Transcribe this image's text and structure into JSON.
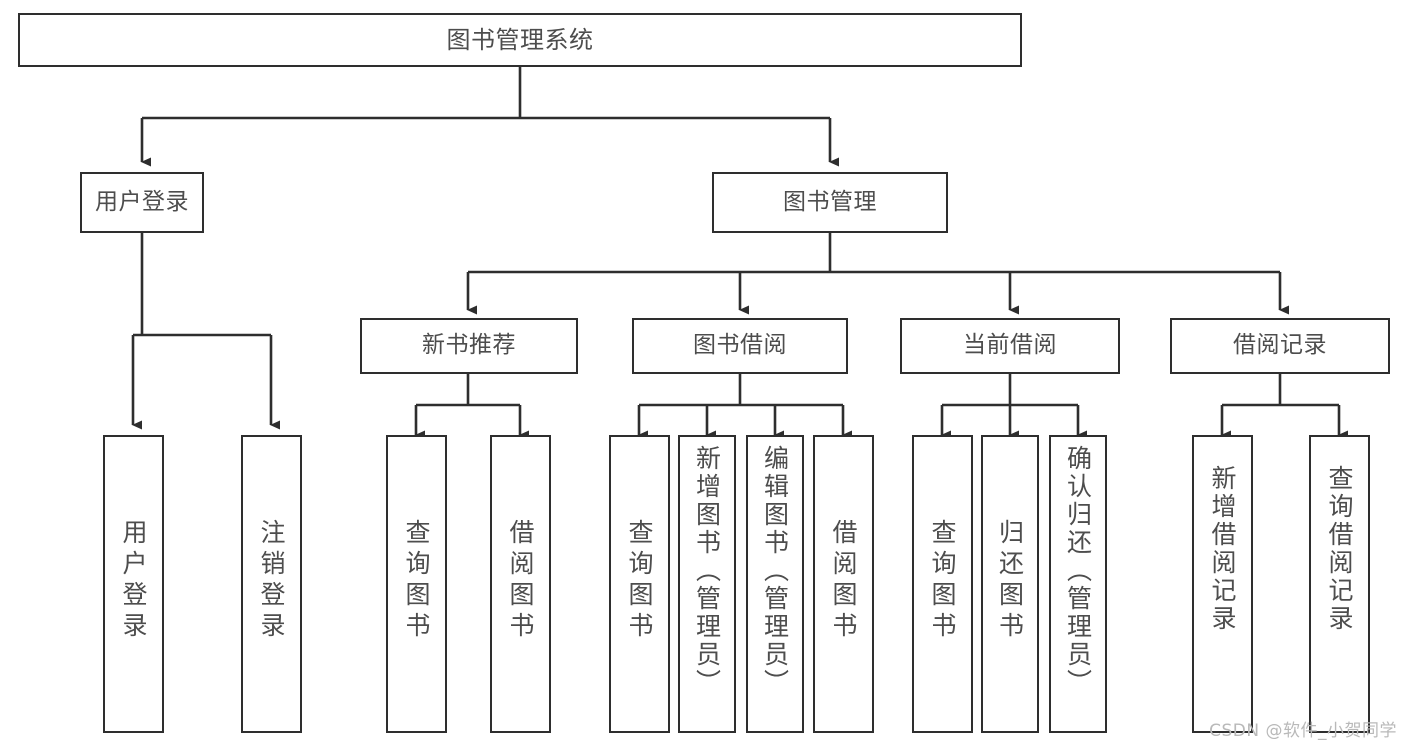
{
  "diagram": {
    "title": "图书管理系统",
    "type": "tree-hierarchy-chart",
    "orientation": "top-down",
    "colors": {
      "line": "#2e2e2e",
      "box_border": "#2e2e2e",
      "box_fill": "#ffffff",
      "text": "#4d4d4d",
      "background": "#ffffff",
      "watermark": "#b9b9b9"
    }
  },
  "nodes": {
    "root": {
      "label": "图书管理系统"
    },
    "level2": [
      {
        "label": "用户登录"
      },
      {
        "label": "图书管理"
      }
    ],
    "level3": [
      {
        "label": "新书推荐"
      },
      {
        "label": "图书借阅"
      },
      {
        "label": "当前借阅"
      },
      {
        "label": "借阅记录"
      }
    ],
    "leaves_user_login": [
      {
        "label": "用户登录"
      },
      {
        "label": "注销登录"
      }
    ],
    "leaves_new_book": [
      {
        "label": "查询图书"
      },
      {
        "label": "借阅图书"
      }
    ],
    "leaves_borrow": [
      {
        "label": "查询图书"
      },
      {
        "label": "新增图书（管理员）"
      },
      {
        "label": "编辑图书（管理员）"
      },
      {
        "label": "借阅图书"
      }
    ],
    "leaves_current": [
      {
        "label": "查询图书"
      },
      {
        "label": "归还图书"
      },
      {
        "label": "确认归还（管理员）"
      }
    ],
    "leaves_records": [
      {
        "label": "新增借阅记录"
      },
      {
        "label": "查询借阅记录"
      }
    ]
  },
  "watermark": {
    "text": "CSDN @软件_小贺同学"
  }
}
